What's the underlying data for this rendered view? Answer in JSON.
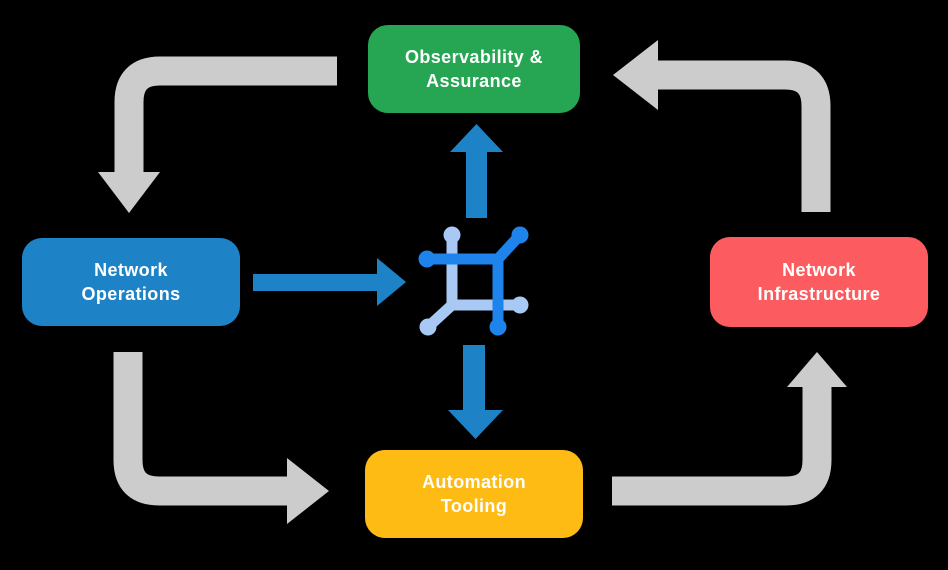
{
  "colors": {
    "background": "#000000",
    "node_green": "#26A653",
    "node_blue": "#1E83C6",
    "node_coral": "#FC5C5F",
    "node_amber": "#FDBB14",
    "arrow_gray": "#CCCCCC",
    "arrow_blue": "#1E83C6",
    "icon_dark_blue": "#1E84EC",
    "icon_light_blue": "#A8C9F4",
    "label_text": "#FFFFFF"
  },
  "diagram": {
    "nodes": [
      {
        "id": "observability-assurance",
        "label": "Observability &\nAssurance",
        "color": "#26A653",
        "position": "top"
      },
      {
        "id": "network-operations",
        "label": "Network\nOperations",
        "color": "#1E83C6",
        "position": "left"
      },
      {
        "id": "network-infrastructure",
        "label": "Network\nInfrastructure",
        "color": "#FC5C5F",
        "position": "right"
      },
      {
        "id": "automation-tooling",
        "label": "Automation\nTooling",
        "color": "#FDBB14",
        "position": "bottom"
      }
    ],
    "center_icon": "network-automation-icon",
    "arrows": {
      "gray_cycle": [
        {
          "from": "Observability & Assurance",
          "to": "Network Operations",
          "shape": "elbow",
          "direction": "left-then-down"
        },
        {
          "from": "Network Operations",
          "to": "Automation Tooling",
          "shape": "elbow",
          "direction": "down-then-right"
        },
        {
          "from": "Automation Tooling",
          "to": "Network Infrastructure",
          "shape": "elbow",
          "direction": "right-then-up"
        },
        {
          "from": "Network Infrastructure",
          "to": "Observability & Assurance",
          "shape": "elbow",
          "direction": "up-then-left"
        }
      ],
      "blue_straight": [
        {
          "from": "Network Operations",
          "to": "center-icon",
          "direction": "right"
        },
        {
          "from": "center-icon",
          "to": "Observability & Assurance",
          "direction": "up"
        },
        {
          "from": "center-icon",
          "to": "Automation Tooling",
          "direction": "down"
        }
      ]
    }
  }
}
